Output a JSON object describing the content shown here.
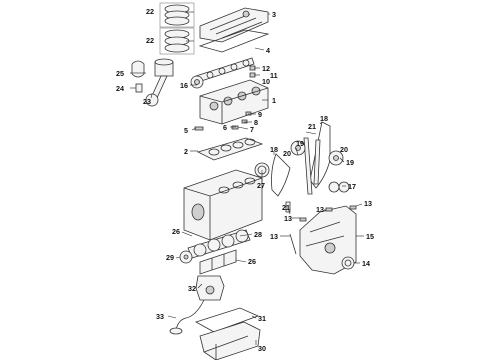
{
  "callouts": [
    {
      "id": "c1",
      "text": "1"
    },
    {
      "id": "c2",
      "text": "2"
    },
    {
      "id": "c3",
      "text": "3"
    },
    {
      "id": "c4",
      "text": "4"
    },
    {
      "id": "c5",
      "text": "5"
    },
    {
      "id": "c6",
      "text": "6"
    },
    {
      "id": "c7",
      "text": "7"
    },
    {
      "id": "c8",
      "text": "8"
    },
    {
      "id": "c9",
      "text": "9"
    },
    {
      "id": "c10",
      "text": "10"
    },
    {
      "id": "c11",
      "text": "11"
    },
    {
      "id": "c12",
      "text": "12"
    },
    {
      "id": "c13a",
      "text": "13"
    },
    {
      "id": "c13b",
      "text": "13"
    },
    {
      "id": "c13c",
      "text": "13"
    },
    {
      "id": "c13d",
      "text": "13"
    },
    {
      "id": "c14",
      "text": "14"
    },
    {
      "id": "c15",
      "text": "15"
    },
    {
      "id": "c16",
      "text": "16"
    },
    {
      "id": "c17",
      "text": "17"
    },
    {
      "id": "c18a",
      "text": "18"
    },
    {
      "id": "c18b",
      "text": "18"
    },
    {
      "id": "c19a",
      "text": "19"
    },
    {
      "id": "c19b",
      "text": "19"
    },
    {
      "id": "c20a",
      "text": "20"
    },
    {
      "id": "c20b",
      "text": "20"
    },
    {
      "id": "c21a",
      "text": "21"
    },
    {
      "id": "c21b",
      "text": "21"
    },
    {
      "id": "c22a",
      "text": "22"
    },
    {
      "id": "c22b",
      "text": "22"
    },
    {
      "id": "c23",
      "text": "23"
    },
    {
      "id": "c24",
      "text": "24"
    },
    {
      "id": "c25",
      "text": "25"
    },
    {
      "id": "c26a",
      "text": "26"
    },
    {
      "id": "c26b",
      "text": "26"
    },
    {
      "id": "c27",
      "text": "27"
    },
    {
      "id": "c28",
      "text": "28"
    },
    {
      "id": "c29",
      "text": "29"
    },
    {
      "id": "c30",
      "text": "30"
    },
    {
      "id": "c31",
      "text": "31"
    },
    {
      "id": "c32",
      "text": "32"
    },
    {
      "id": "c33",
      "text": "33"
    }
  ]
}
